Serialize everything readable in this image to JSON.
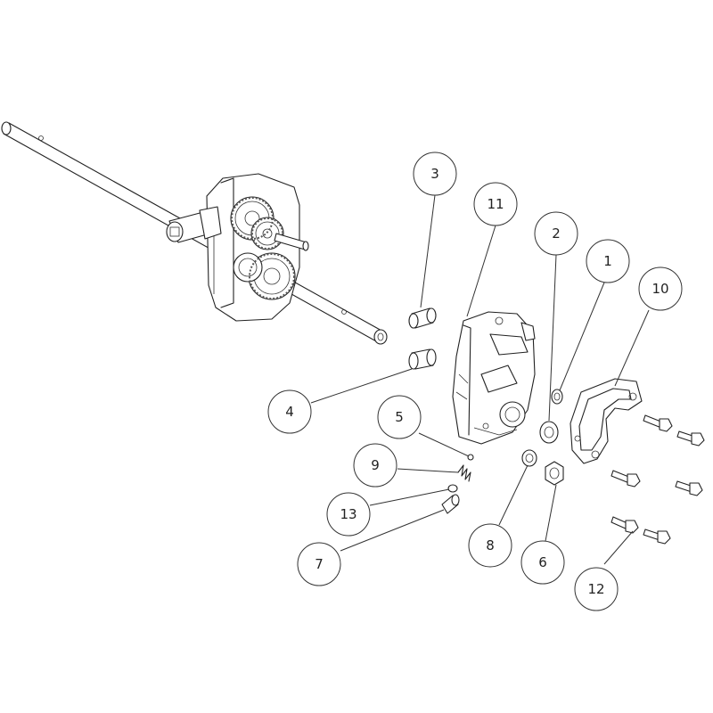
{
  "callouts": [
    {
      "number": "1"
    },
    {
      "number": "2"
    },
    {
      "number": "3"
    },
    {
      "number": "4"
    },
    {
      "number": "5"
    },
    {
      "number": "6"
    },
    {
      "number": "7"
    },
    {
      "number": "8"
    },
    {
      "number": "9"
    },
    {
      "number": "10"
    },
    {
      "number": "11"
    },
    {
      "number": "12"
    },
    {
      "number": "13"
    }
  ]
}
